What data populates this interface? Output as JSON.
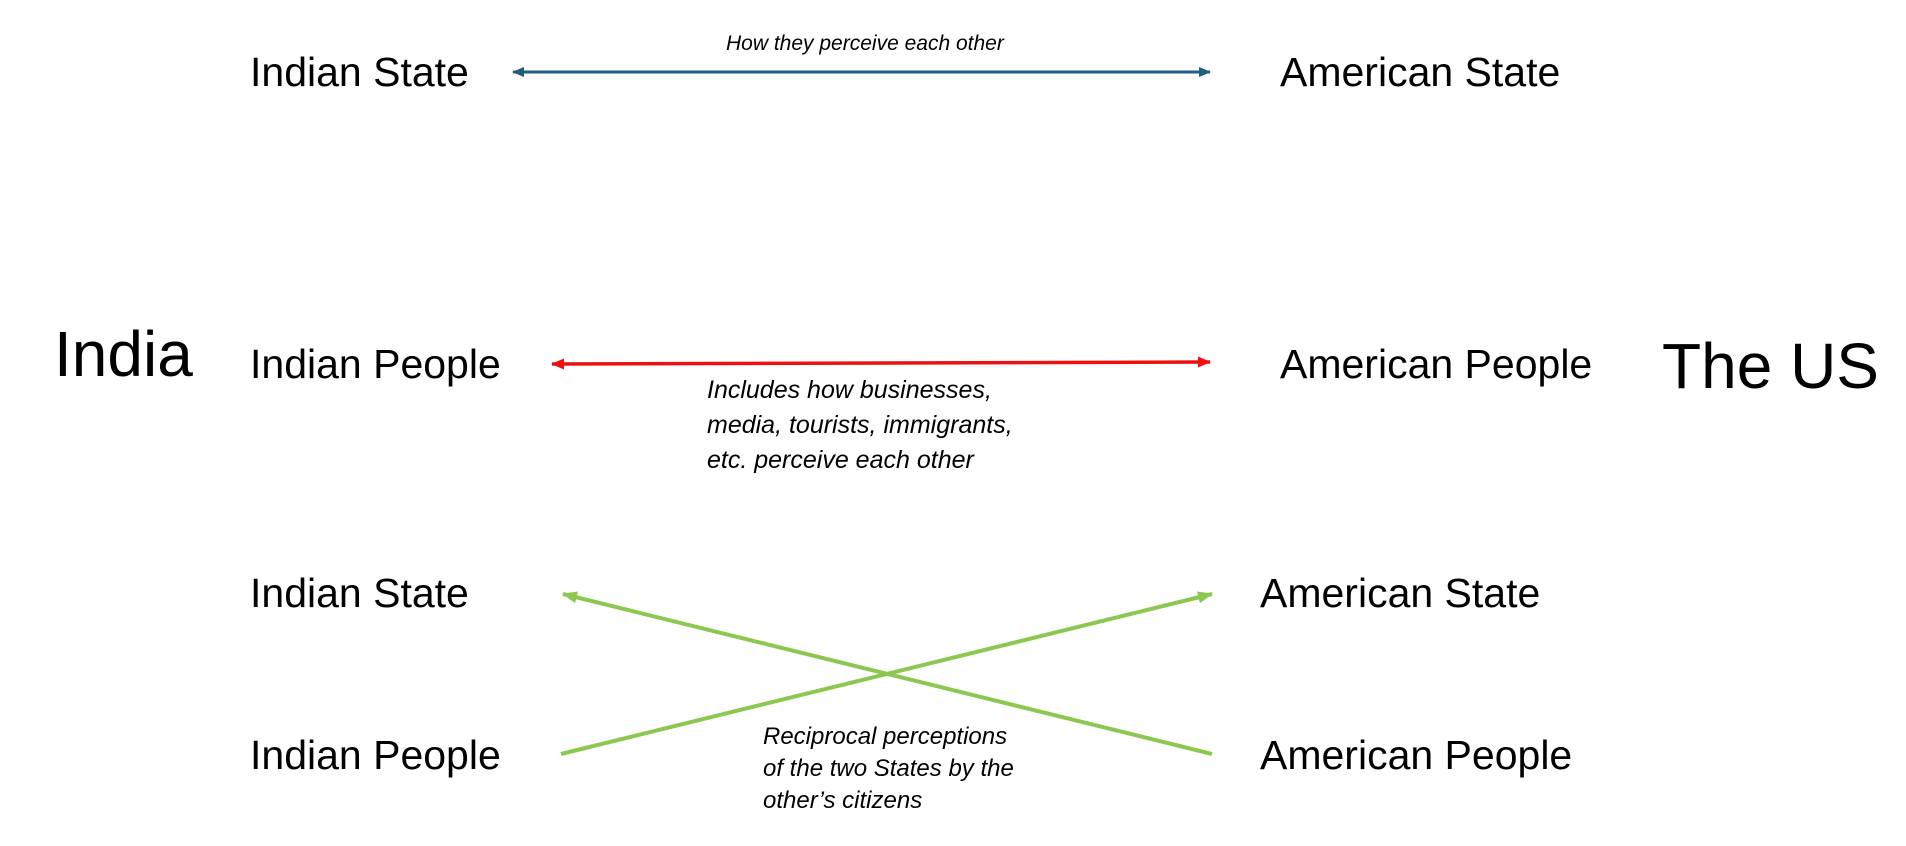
{
  "countries": {
    "left": "India",
    "right": "The US"
  },
  "rows": {
    "state_link": {
      "left": "Indian State",
      "right": "American State",
      "caption": "How they perceive each other",
      "color": "#1f5f80"
    },
    "people_link": {
      "left": "Indian People",
      "right": "American People",
      "caption": "Includes how businesses,\nmedia, tourists, immigrants,\netc. perceive each other",
      "color": "#ee1111"
    },
    "cross_link": {
      "left_top": "Indian State",
      "left_bottom": "Indian People",
      "right_top": "American State",
      "right_bottom": "American People",
      "caption": "Reciprocal perceptions\nof the two States by the\nother’s citizens",
      "color": "#8cc850"
    }
  }
}
